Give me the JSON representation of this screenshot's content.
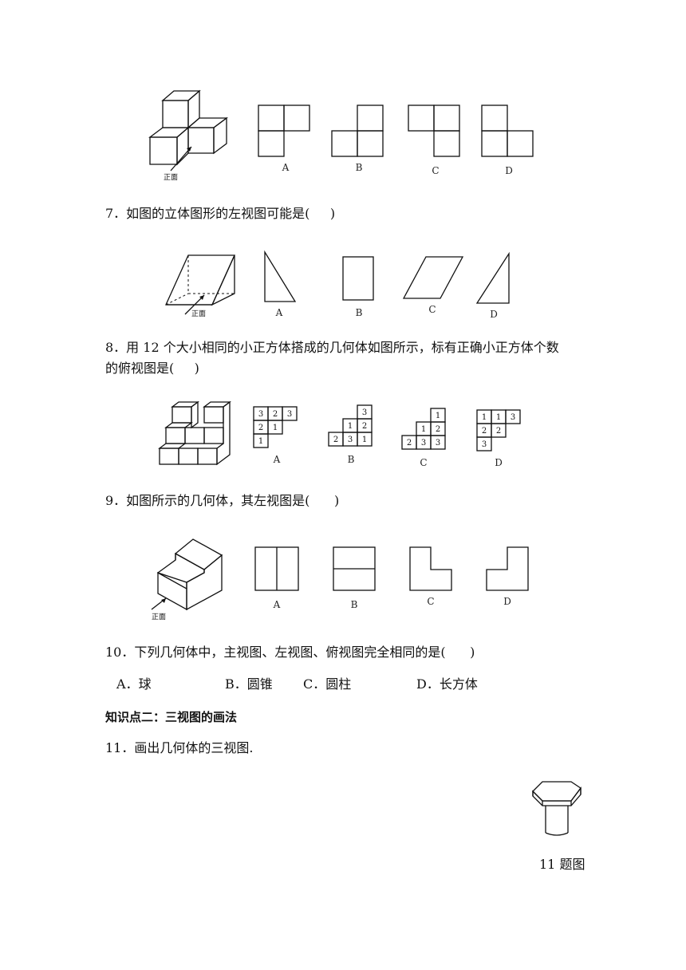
{
  "figure6": {
    "front_label": "正面",
    "options": [
      "A",
      "B",
      "C",
      "D"
    ]
  },
  "q7": {
    "text": "7．如图的立体图形的左视图可能是(     )",
    "front_label": "正面",
    "options": [
      "A",
      "B",
      "C",
      "D"
    ]
  },
  "q8": {
    "line1": "8．用 12 个大小相同的小正方体搭成的几何体如图所示，标有正确小正方体个数",
    "line2": "的俯视图是(     )",
    "options": [
      "A",
      "B",
      "C",
      "D"
    ],
    "grid_numbers": {
      "A": [
        "3",
        "2",
        "3",
        "2",
        "1",
        "1"
      ],
      "B": [
        "3",
        "1",
        "2",
        "2",
        "3",
        "1"
      ],
      "C": [
        "1",
        "1",
        "2",
        "2",
        "3",
        "3"
      ],
      "D": [
        "1",
        "1",
        "3",
        "2",
        "2",
        "3"
      ]
    }
  },
  "q9": {
    "text": "9．如图所示的几何体，其左视图是(      )",
    "front_label": "正面",
    "options": [
      "A",
      "B",
      "C",
      "D"
    ]
  },
  "q10": {
    "text": "10．下列几何体中，主视图、左视图、俯视图完全相同的是(      )",
    "choices": [
      {
        "key": "A．",
        "text": "球"
      },
      {
        "key": "B．",
        "text": "圆锥"
      },
      {
        "key": "C．",
        "text": "圆柱"
      },
      {
        "key": "D．",
        "text": "长方体"
      }
    ]
  },
  "section2": {
    "heading": "知识点二：三视图的画法"
  },
  "q11": {
    "text": "11．画出几何体的三视图.",
    "caption": "11 题图"
  }
}
